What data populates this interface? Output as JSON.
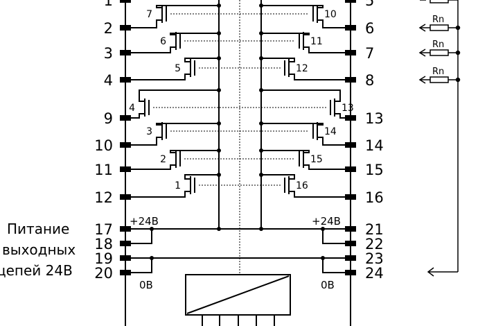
{
  "left_pins": [
    "1",
    "2",
    "3",
    "4",
    "9",
    "10",
    "11",
    "12",
    "17",
    "18",
    "19",
    "20"
  ],
  "right_pins": [
    "5",
    "6",
    "7",
    "8",
    "13",
    "14",
    "15",
    "16",
    "21",
    "22",
    "23",
    "24"
  ],
  "transistors_left": [
    "7",
    "6",
    "5",
    "4",
    "3",
    "2",
    "1"
  ],
  "transistors_right": [
    "10",
    "11",
    "12",
    "13",
    "14",
    "15",
    "16"
  ],
  "resistors": [
    "Rn",
    "Rn",
    "Rn"
  ],
  "supply_label": [
    "Питание",
    "выходных",
    "цепей 24В"
  ],
  "v24_left": "+24В",
  "v24_right": "+24В",
  "v0_left": "0В",
  "v0_right": "0В"
}
